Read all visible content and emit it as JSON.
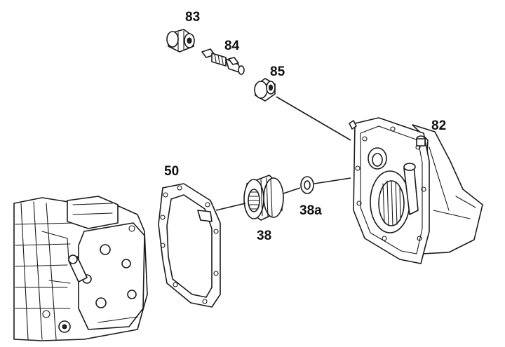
{
  "labels": {
    "p83": "83",
    "p84": "84",
    "p85": "85",
    "p82": "82",
    "p50": "50",
    "p38": "38",
    "p38a": "38a"
  }
}
